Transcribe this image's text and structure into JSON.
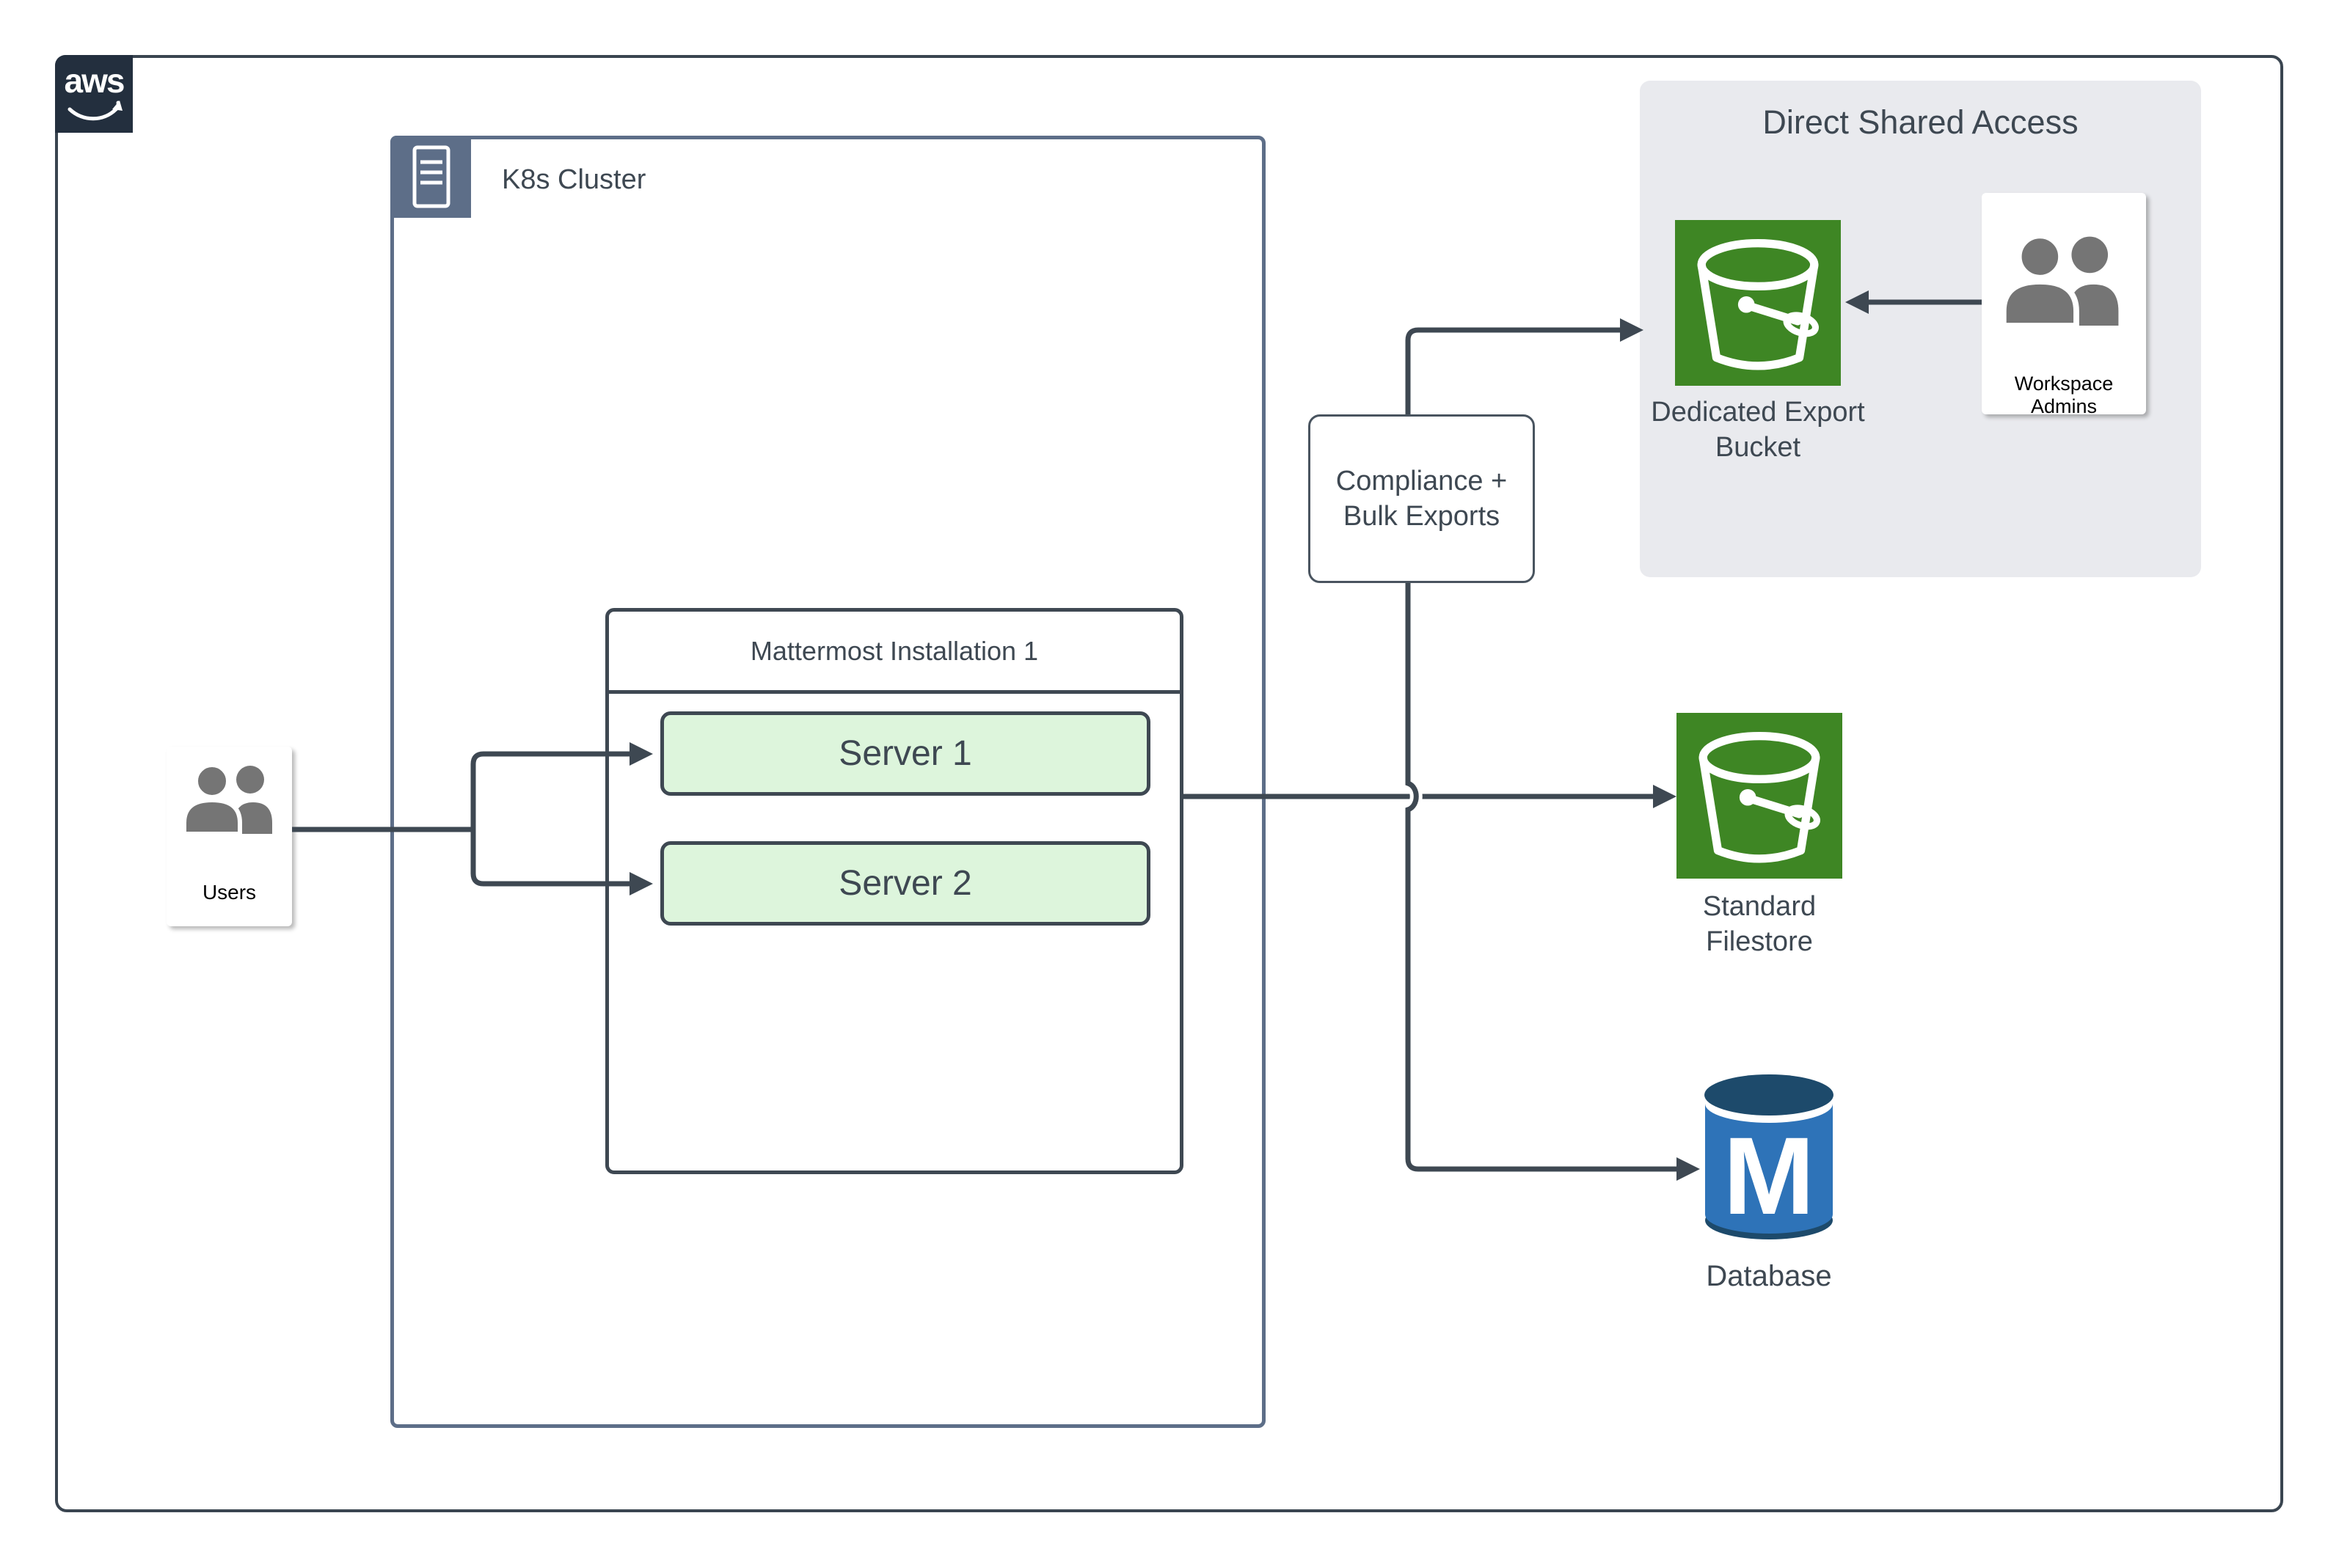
{
  "aws": {
    "logo_text": "aws"
  },
  "k8s_cluster": {
    "label": "K8s Cluster"
  },
  "users": {
    "label": "Users"
  },
  "mattermost": {
    "title": "Mattermost Installation 1",
    "servers": [
      {
        "label": "Server 1"
      },
      {
        "label": "Server 2"
      }
    ]
  },
  "compliance": {
    "line1": "Compliance +",
    "line2": "Bulk Exports"
  },
  "direct_shared_access": {
    "title": "Direct Shared Access",
    "bucket": {
      "line1": "Dedicated Export",
      "line2": "Bucket"
    },
    "admins": {
      "label": "Workspace Admins"
    }
  },
  "filestore": {
    "line1": "Standard",
    "line2": "Filestore"
  },
  "database": {
    "label": "Database",
    "monogram": "M"
  },
  "colors": {
    "connector_line": "#3E4852",
    "k8s_border": "#5D6E88",
    "bucket_green": "#3E8624",
    "server_fill": "#DDF5DC",
    "database_blue": "#2E73B8",
    "database_dark": "#1D4A6B",
    "panel_gray": "#E9EAEE",
    "aws_navy": "#232F3E",
    "people_gray": "#757575"
  }
}
